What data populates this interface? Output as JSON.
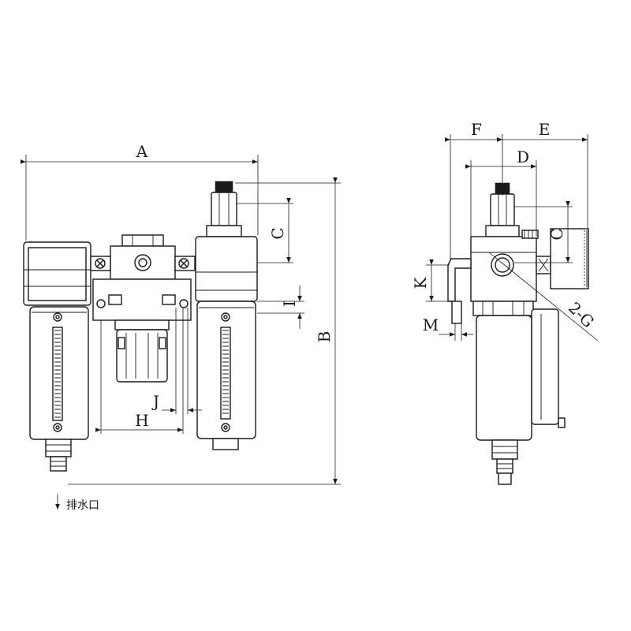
{
  "dimension_labels": {
    "A": "A",
    "B": "B",
    "C_front": "C",
    "C_side": "C",
    "D": "D",
    "E": "E",
    "F": "F",
    "H": "H",
    "I": "I",
    "J": "J",
    "K": "K",
    "M": "M",
    "G": "2-G"
  },
  "drain_note": "排水口",
  "colors": {
    "line": "#1a1a1a",
    "background": "#ffffff"
  }
}
